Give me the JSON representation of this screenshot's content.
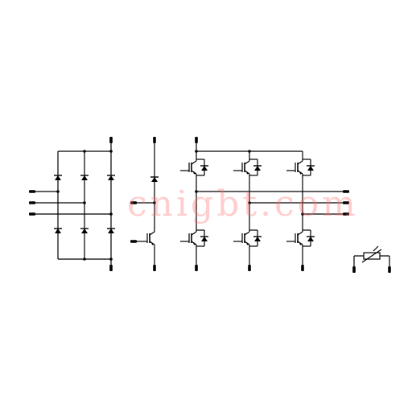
{
  "diagram": {
    "type": "power-module-schematic",
    "sections": [
      "rectifier-bridge",
      "brake-chopper",
      "three-phase-inverter",
      "ntc-thermistor"
    ]
  },
  "watermark": {
    "text": "cnigbt.com"
  }
}
